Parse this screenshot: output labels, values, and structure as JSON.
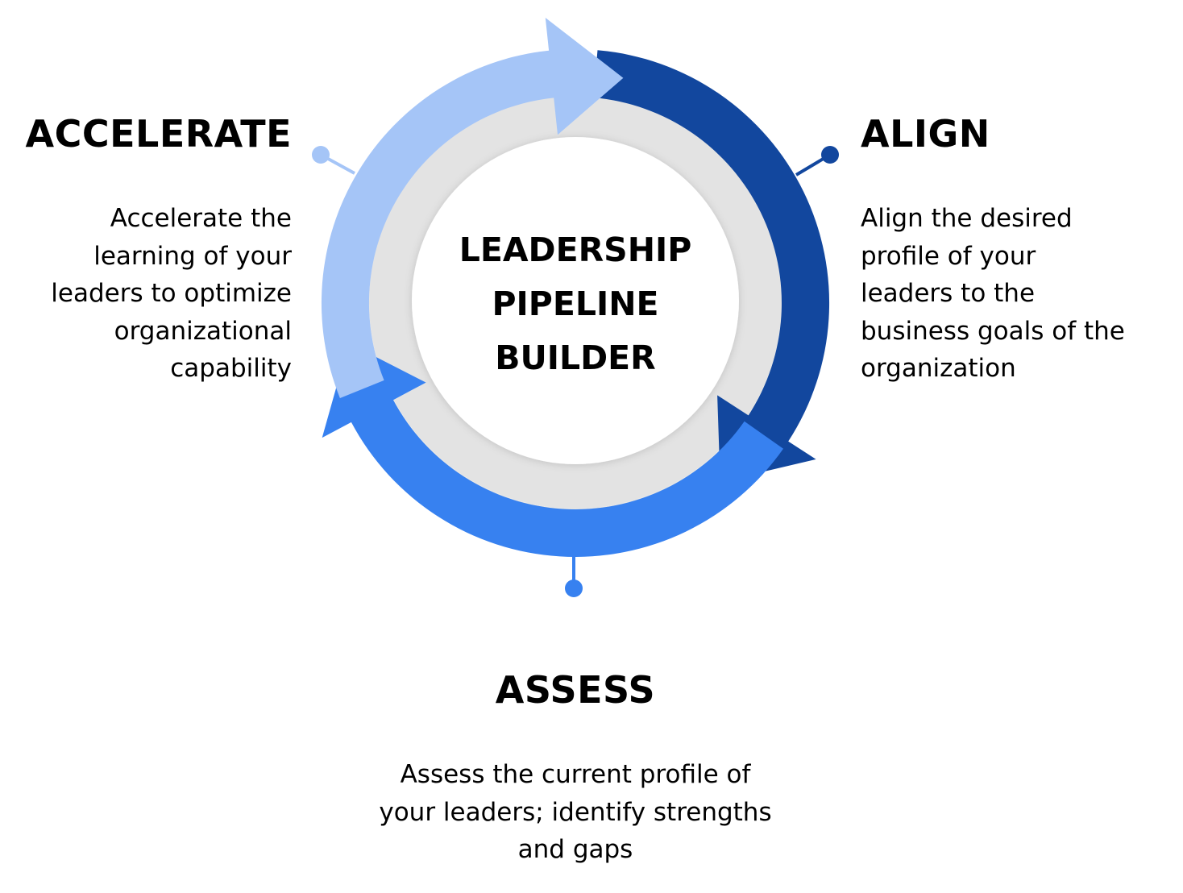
{
  "center": {
    "lines": [
      "LEADERSHIP",
      "PIPELINE",
      "BUILDER"
    ]
  },
  "stages": {
    "accelerate": {
      "title": "ACCELERATE",
      "desc": [
        "Accelerate the",
        "learning of your",
        "leaders to optimize",
        "organizational",
        "capability"
      ]
    },
    "align": {
      "title": "ALIGN",
      "desc": [
        "Align the desired",
        "profile of your",
        "leaders to the",
        "business goals of the",
        "organization"
      ]
    },
    "assess": {
      "title": "ASSESS",
      "desc": [
        "Assess the current profile of",
        "your leaders; identify strengths",
        "and gaps"
      ]
    }
  },
  "colors": {
    "accelerate_arrow": "#a5c5f7",
    "align_arrow": "#12479e",
    "assess_arrow": "#3781f0",
    "inner_ring": "#e3e3e3",
    "center_disc": "#ffffff",
    "text": "#000000"
  }
}
